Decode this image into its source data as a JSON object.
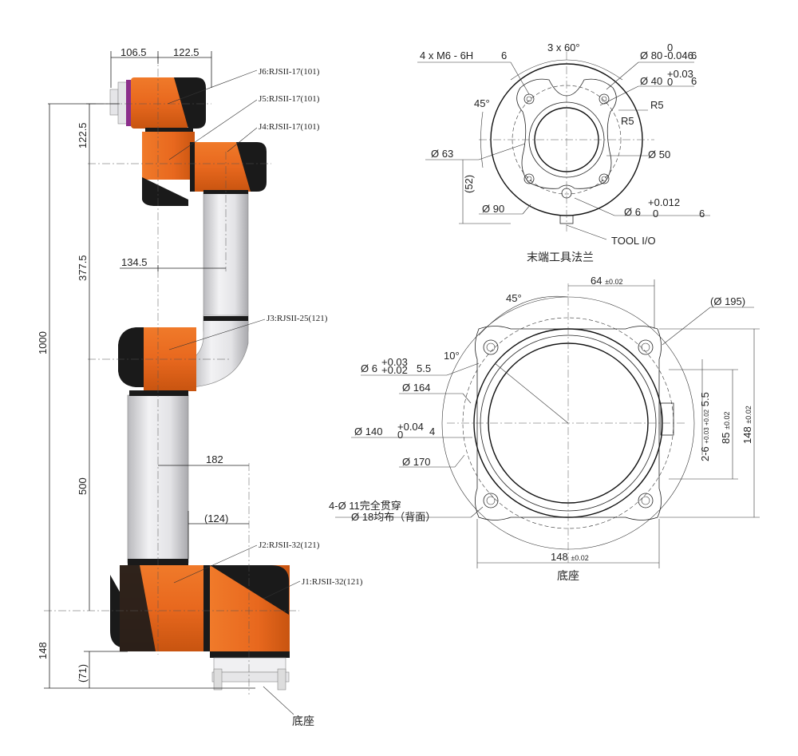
{
  "robot": {
    "dims": {
      "d1065": "106.5",
      "d1225_top": "122.5",
      "d1225_side": "122.5",
      "d3775": "377.5",
      "d1345": "134.5",
      "d1000": "1000",
      "d500": "500",
      "d182": "182",
      "d124": "(124)",
      "d148": "148",
      "d71": "(71)"
    },
    "joints": {
      "j6": "J6:RJSII-17(101)",
      "j5": "J5:RJSII-17(101)",
      "j4": "J4:RJSII-17(101)",
      "j3": "J3:RJSII-25(121)",
      "j2": "J2:RJSII-32(121)",
      "j1": "J1:RJSII-32(121)"
    },
    "base_label": "底座"
  },
  "flange": {
    "caption": "末端工具法兰",
    "labels": {
      "holes_a": "4 x M6 - 6H",
      "holes_b": "6",
      "angle3": "3 x 60°",
      "d80": "80",
      "d80_tol_top": "0",
      "d80_tol_bot": "-0.046",
      "d80_depth": "6",
      "d40": "40",
      "d40_tol_top": "+0.03",
      "d40_tol_bot": "0",
      "d40_depth": "6",
      "r5a": "R5",
      "r5b": "R5",
      "a45": "45°",
      "d63": "63",
      "d50": "50",
      "d52": "(52)",
      "d90": "90",
      "d6": "6",
      "d6_tol_top": "+0.012",
      "d6_tol_bot": "0",
      "d6_depth": "6",
      "tool_io": "TOOL I/O"
    }
  },
  "base": {
    "caption": "底座",
    "labels": {
      "d64": "64",
      "tol": "±0.02",
      "a45": "45°",
      "d195": "195",
      "a10": "10°",
      "d6": "6",
      "d6_tol_top": "+0.03",
      "d6_tol_bot": "+0.02",
      "d6_depth": "5.5",
      "d164": "164",
      "d140": "140",
      "d140_tol_top": "+0.04",
      "d140_tol_bot": "0",
      "d140_depth": "4",
      "d170": "170",
      "holes_a": "4-",
      "holes_b": "11完全贯穿",
      "holes_c": "18均布（背面）",
      "side_26": "2-6",
      "side_tol": "+0.03 +0.02",
      "side_55": "5.5",
      "d85": "85",
      "d148v": "148",
      "d148h": "148",
      "tol2": "±0.02",
      "tol3": "±0.02",
      "tol4": "±0.02"
    }
  },
  "colors": {
    "orange": "#E8681E",
    "black": "#1a1a1a",
    "silver": "#d9d9dc"
  }
}
